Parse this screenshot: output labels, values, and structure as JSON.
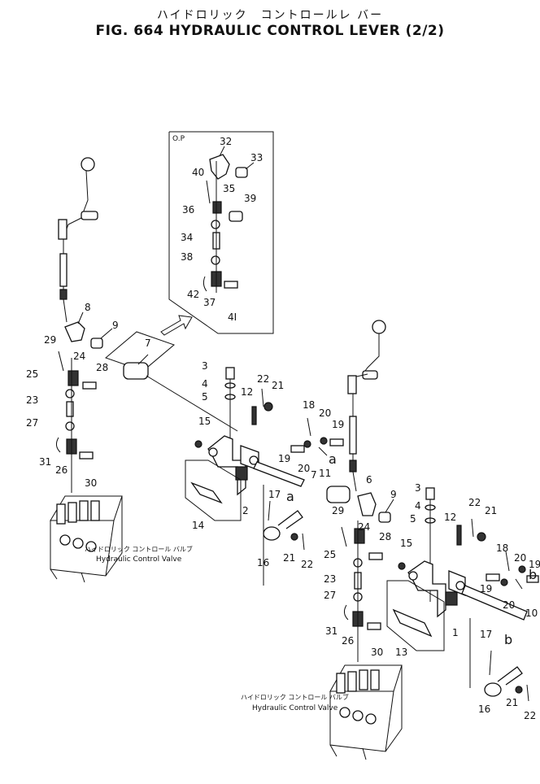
{
  "title": {
    "japanese": "ハイドロリック　コントロールレ バー",
    "english": "FIG. 664 HYDRAULIC CONTROL LEVER (2/2)"
  },
  "option_box": {
    "label": "O.P"
  },
  "callouts": {
    "c1": "1",
    "c2": "2",
    "c3a": "3",
    "c3b": "3",
    "c4a": "4",
    "c4b": "4",
    "c5a": "5",
    "c5b": "5",
    "c6": "6",
    "c7a": "7",
    "c7b": "7",
    "c8": "8",
    "c9a": "9",
    "c9b": "9",
    "c10": "10",
    "c11": "11",
    "c12a": "12",
    "c12b": "12",
    "c13": "13",
    "c14": "14",
    "c15a": "15",
    "c15b": "15",
    "c16a": "16",
    "c16b": "16",
    "c17a": "17",
    "c17b": "17",
    "c18a": "18",
    "c18b": "18",
    "c19a": "19",
    "c19b": "19",
    "c19c": "19",
    "c20a": "20",
    "c20b": "20",
    "c20c": "20",
    "c20d": "20",
    "c21a": "21",
    "c21b": "21",
    "c21c": "21",
    "c21d": "21",
    "c22a": "22",
    "c22b": "22",
    "c22c": "22",
    "c22d": "22",
    "c23a": "23",
    "c23b": "23",
    "c24a": "24",
    "c24b": "24",
    "c25a": "25",
    "c25b": "25",
    "c26a": "26",
    "c26b": "26",
    "c27a": "27",
    "c27b": "27",
    "c28a": "28",
    "c28b": "28",
    "c29a": "29",
    "c29b": "29",
    "c30a": "30",
    "c30b": "30",
    "c31a": "31",
    "c31b": "31",
    "c32": "32",
    "c33": "33",
    "c34": "34",
    "c35": "35",
    "c36": "36",
    "c37": "37",
    "c38": "38",
    "c39": "39",
    "c40": "40",
    "c41": "4I",
    "c42": "42"
  },
  "link_marks": {
    "a1": "a",
    "a2": "a",
    "b1": "b",
    "b2": "b"
  },
  "valve_captions": {
    "left_jp": "ハイドロリック コントロール バルブ",
    "left_en": "Hydraulic Control Valve",
    "right_jp": "ハイドロリック コントロール バルブ",
    "right_en": "Hydraulic Control Valve"
  }
}
